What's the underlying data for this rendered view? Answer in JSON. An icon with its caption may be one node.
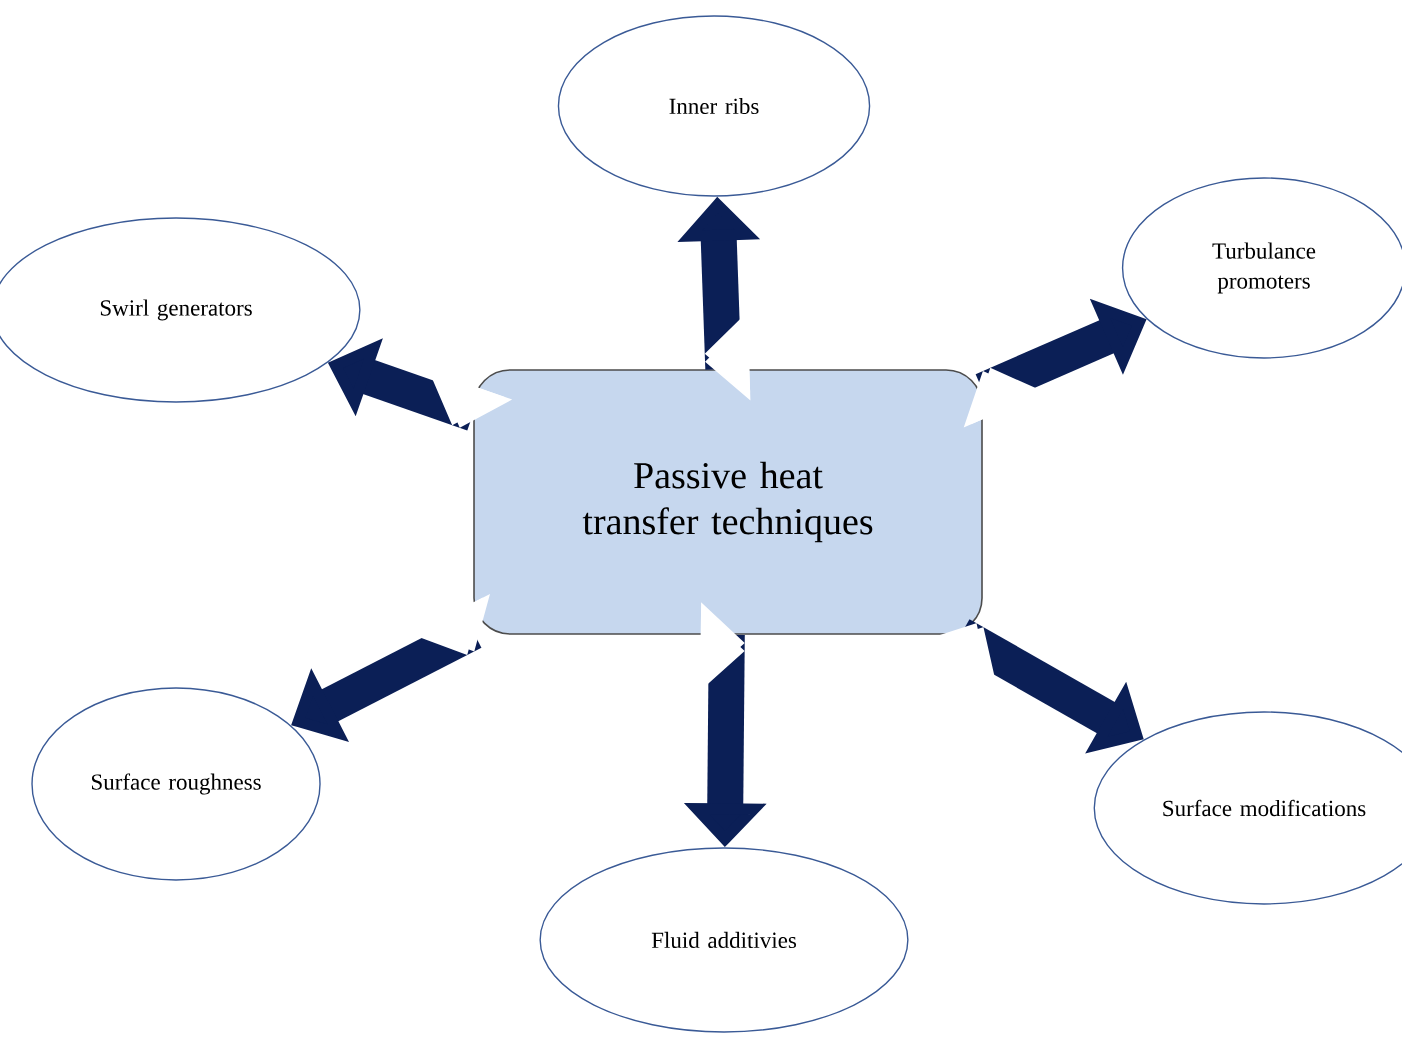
{
  "diagram": {
    "nodes": [
      {
        "text": [
          "Passive heat transfer techniques"
        ]
      },
      {
        "text": [
          "Inner ribs"
        ]
      },
      {
        "text": [
          "Swirl generators"
        ]
      },
      {
        "text": [
          "Turbulance promoters"
        ]
      },
      {
        "text": [
          "Surface roughness"
        ]
      },
      {
        "text": [
          "Surface modifications"
        ]
      },
      {
        "text": [
          "Fluid additivies"
        ]
      }
    ],
    "edges": [
      {
        "from": 0,
        "to": 1,
        "arrow": "to"
      },
      {
        "from": 0,
        "to": 2,
        "arrow": "to"
      },
      {
        "from": 0,
        "to": 3,
        "arrow": "to"
      },
      {
        "from": 0,
        "to": 4,
        "arrow": "to"
      },
      {
        "from": 0,
        "to": 5,
        "arrow": "to"
      },
      {
        "from": 0,
        "to": 6,
        "arrow": "to"
      }
    ]
  }
}
